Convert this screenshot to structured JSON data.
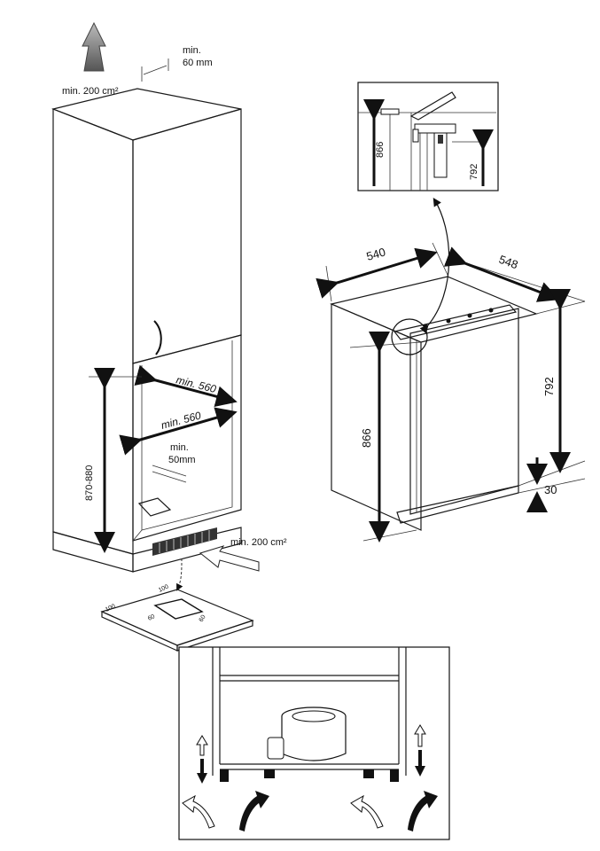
{
  "cabinet": {
    "top_clearance": "min. 200 cm²",
    "rear_gap_line1": "min.",
    "rear_gap_line2": "60 mm",
    "width_upper": "min. 560",
    "width_lower": "min. 560",
    "gap_line1": "min.",
    "gap_line2": "50mm",
    "niche_height": "870-880",
    "vent_area": "min. 200 cm²"
  },
  "floor_cutout": {
    "d1": "100",
    "d2": "100",
    "d3": "60",
    "d4": "60"
  },
  "appliance": {
    "width": "540",
    "depth": "548",
    "height_total": "866",
    "height_door": "792",
    "bottom_gap": "30"
  },
  "detail": {
    "left_dim": "866",
    "right_dim": "792"
  }
}
